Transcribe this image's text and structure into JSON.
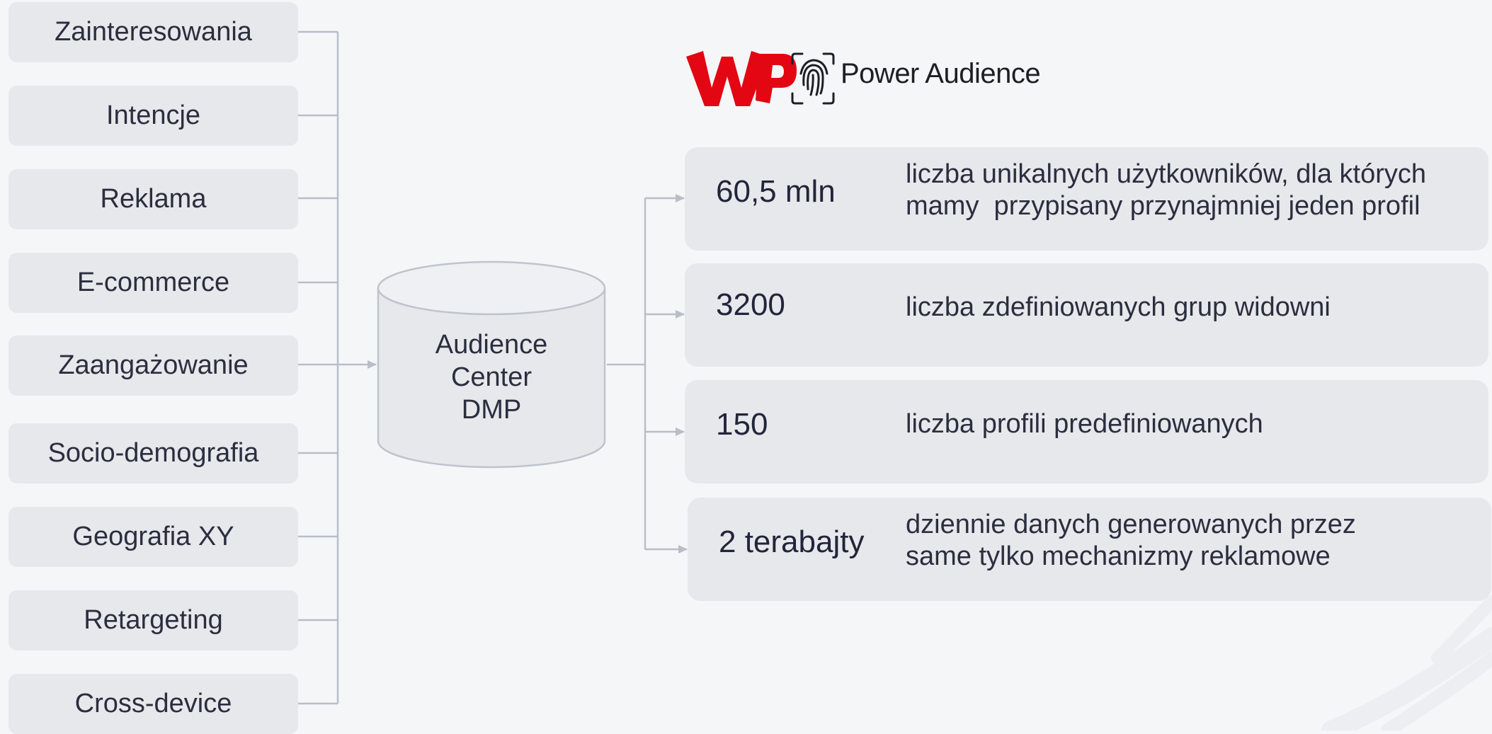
{
  "sources": [
    "Zainteresowania",
    "Intencje",
    "Reklama",
    "E-commerce",
    "Zaangażowanie",
    "Socio-demografia",
    "Geografia XY",
    "Retargeting",
    "Cross-device"
  ],
  "center": {
    "lines": [
      "Audience",
      "Center",
      "DMP"
    ]
  },
  "brand": {
    "logo_letters": "WP",
    "name": "Power Audience",
    "logo_color": "#e30613",
    "icon": "fingerprint-scan-icon"
  },
  "stats": [
    {
      "value": "60,5 mln",
      "lines": [
        "liczba unikalnych użytkowników, dla których",
        "mamy  przypisany przynajmniej jeden profil"
      ]
    },
    {
      "value": "3200",
      "lines": [
        "liczba zdefiniowanych grup widowni"
      ]
    },
    {
      "value": "150",
      "lines": [
        "liczba profili predefiniowanych"
      ]
    },
    {
      "value": "2 terabajty",
      "lines": [
        "dziennie danych generowanych przez",
        "same tylko mechanizmy reklamowe"
      ]
    }
  ],
  "colors": {
    "background": "#f5f6f8",
    "box": "#e7e8eb",
    "connector": "#b9bdc7",
    "text": "#2b2e3f"
  }
}
